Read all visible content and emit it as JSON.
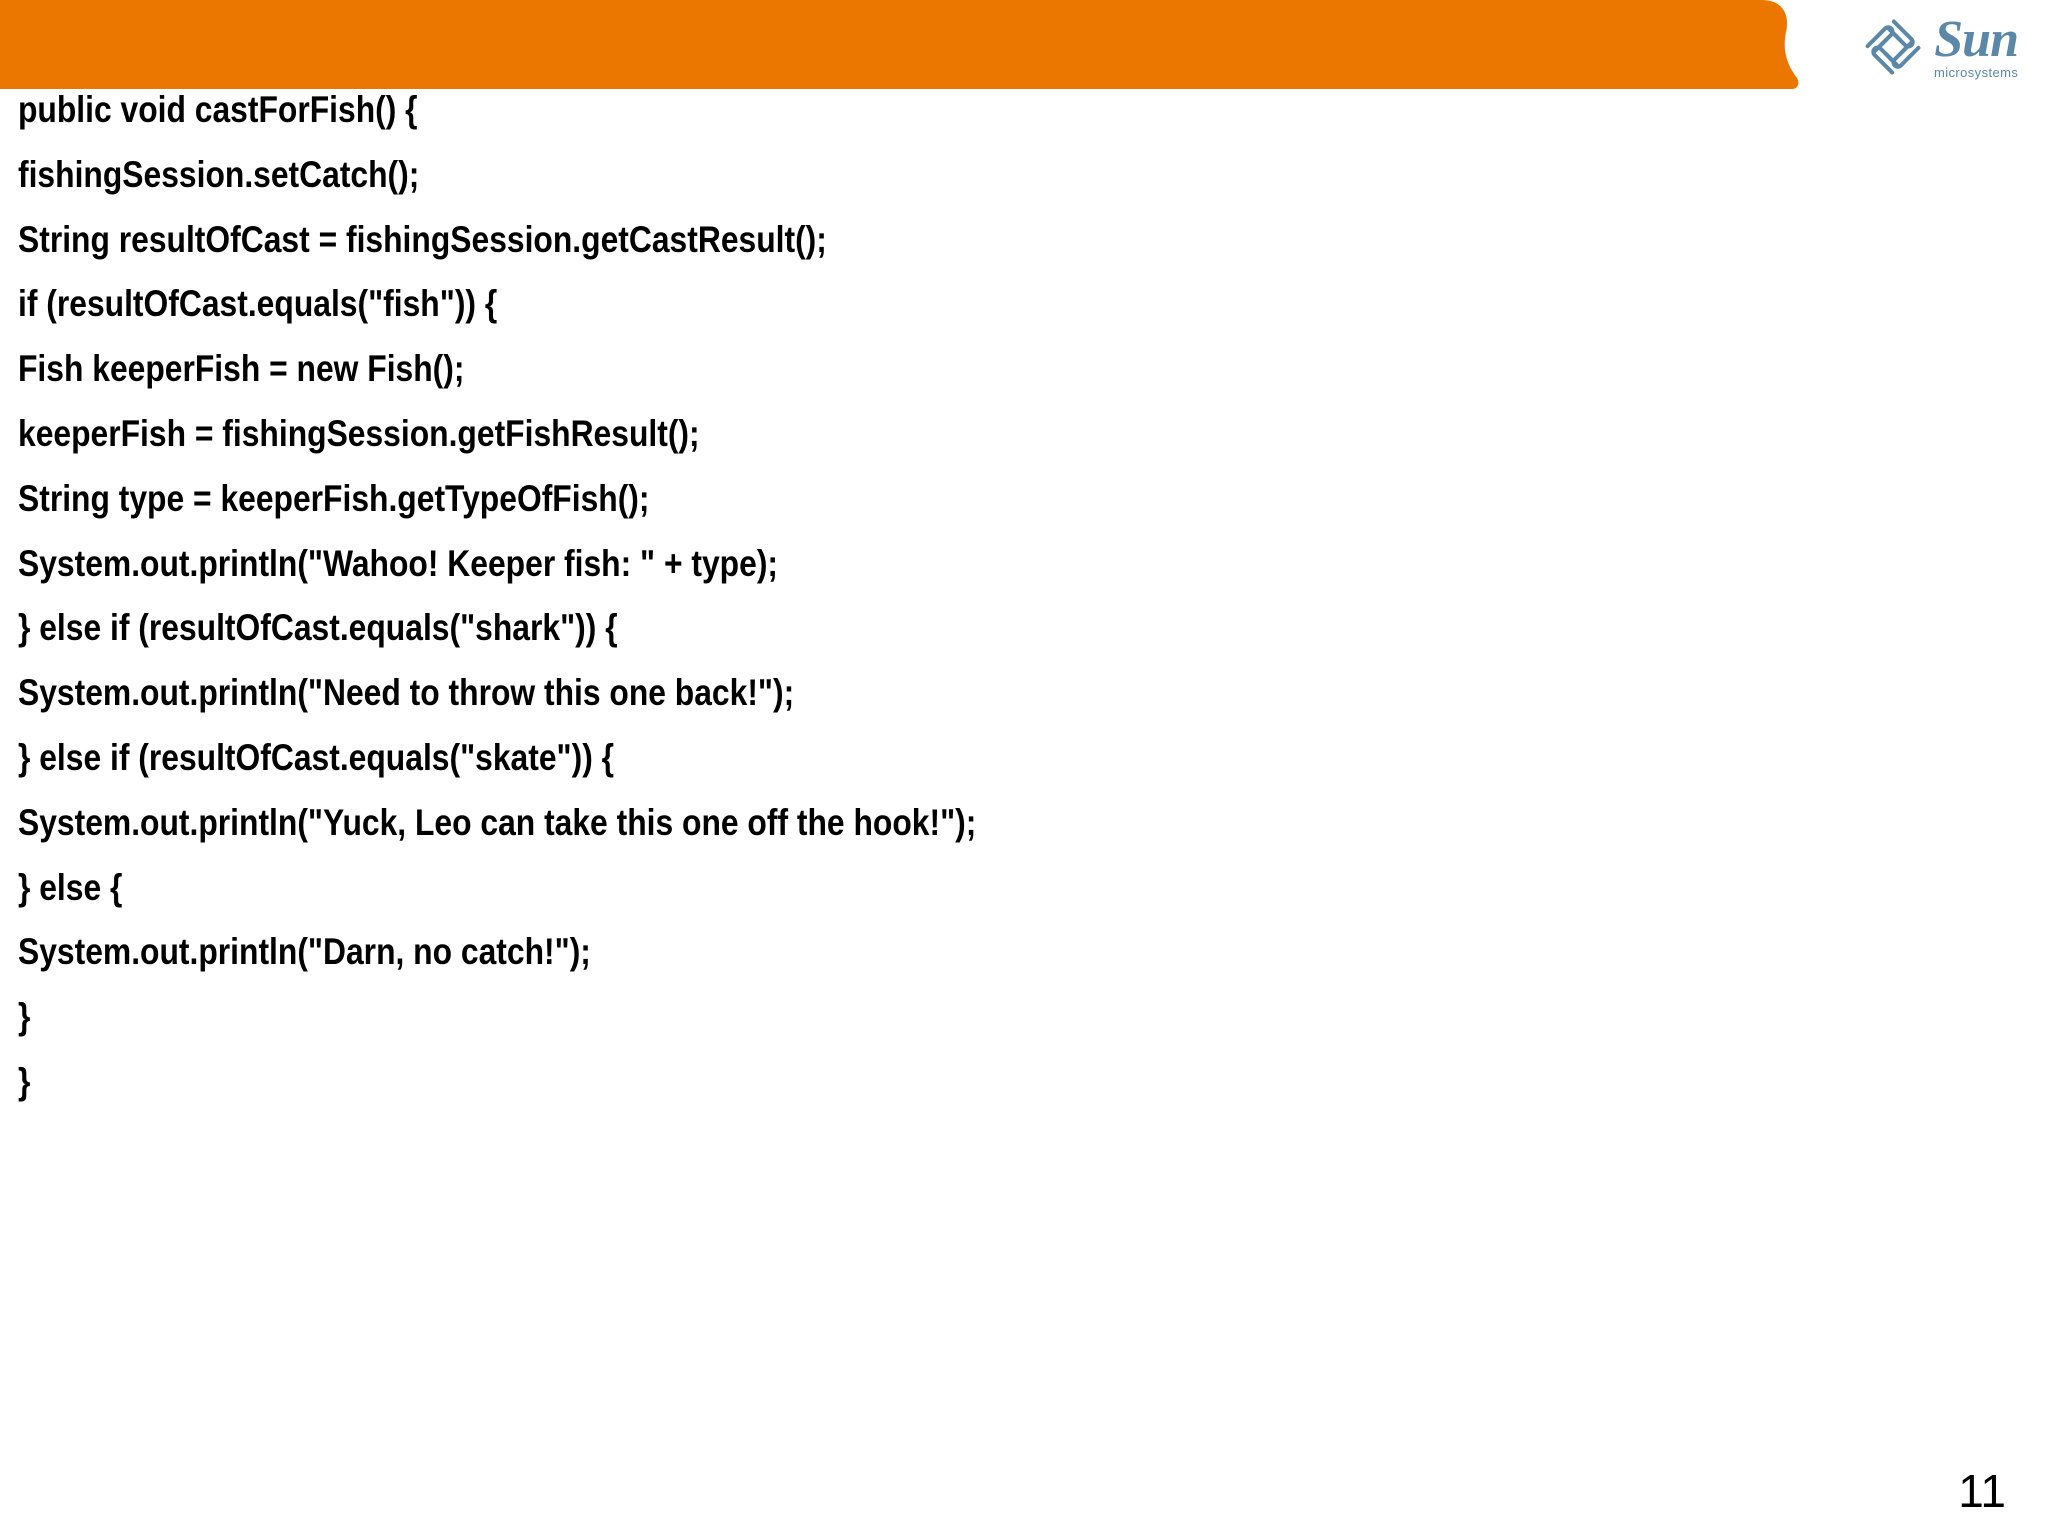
{
  "slide": {
    "page_number": "11",
    "accent_color": "#EC7700",
    "logo_color": "#5B87A8",
    "text_color": "#000000",
    "background_color": "#FFFFFF"
  },
  "logo": {
    "mark_name": "sun-interlace-logo-icon",
    "wordmark": "Sun",
    "subword": "microsystems"
  },
  "code": {
    "language": "java",
    "lines": [
      "public void castForFish() {",
      "fishingSession.setCatch();",
      "String resultOfCast = fishingSession.getCastResult();",
      "if (resultOfCast.equals(\"fish\")) {",
      "Fish keeperFish = new Fish();",
      "keeperFish = fishingSession.getFishResult();",
      "String type = keeperFish.getTypeOfFish();",
      "System.out.println(\"Wahoo! Keeper fish: \" + type);",
      "} else if (resultOfCast.equals(\"shark\")) {",
      "System.out.println(\"Need to throw this one back!\");",
      "} else if (resultOfCast.equals(\"skate\")) {",
      "System.out.println(\"Yuck, Leo can take this one off the hook!\");",
      "} else {",
      "System.out.println(\"Darn, no catch!\");",
      "}",
      "}"
    ]
  }
}
